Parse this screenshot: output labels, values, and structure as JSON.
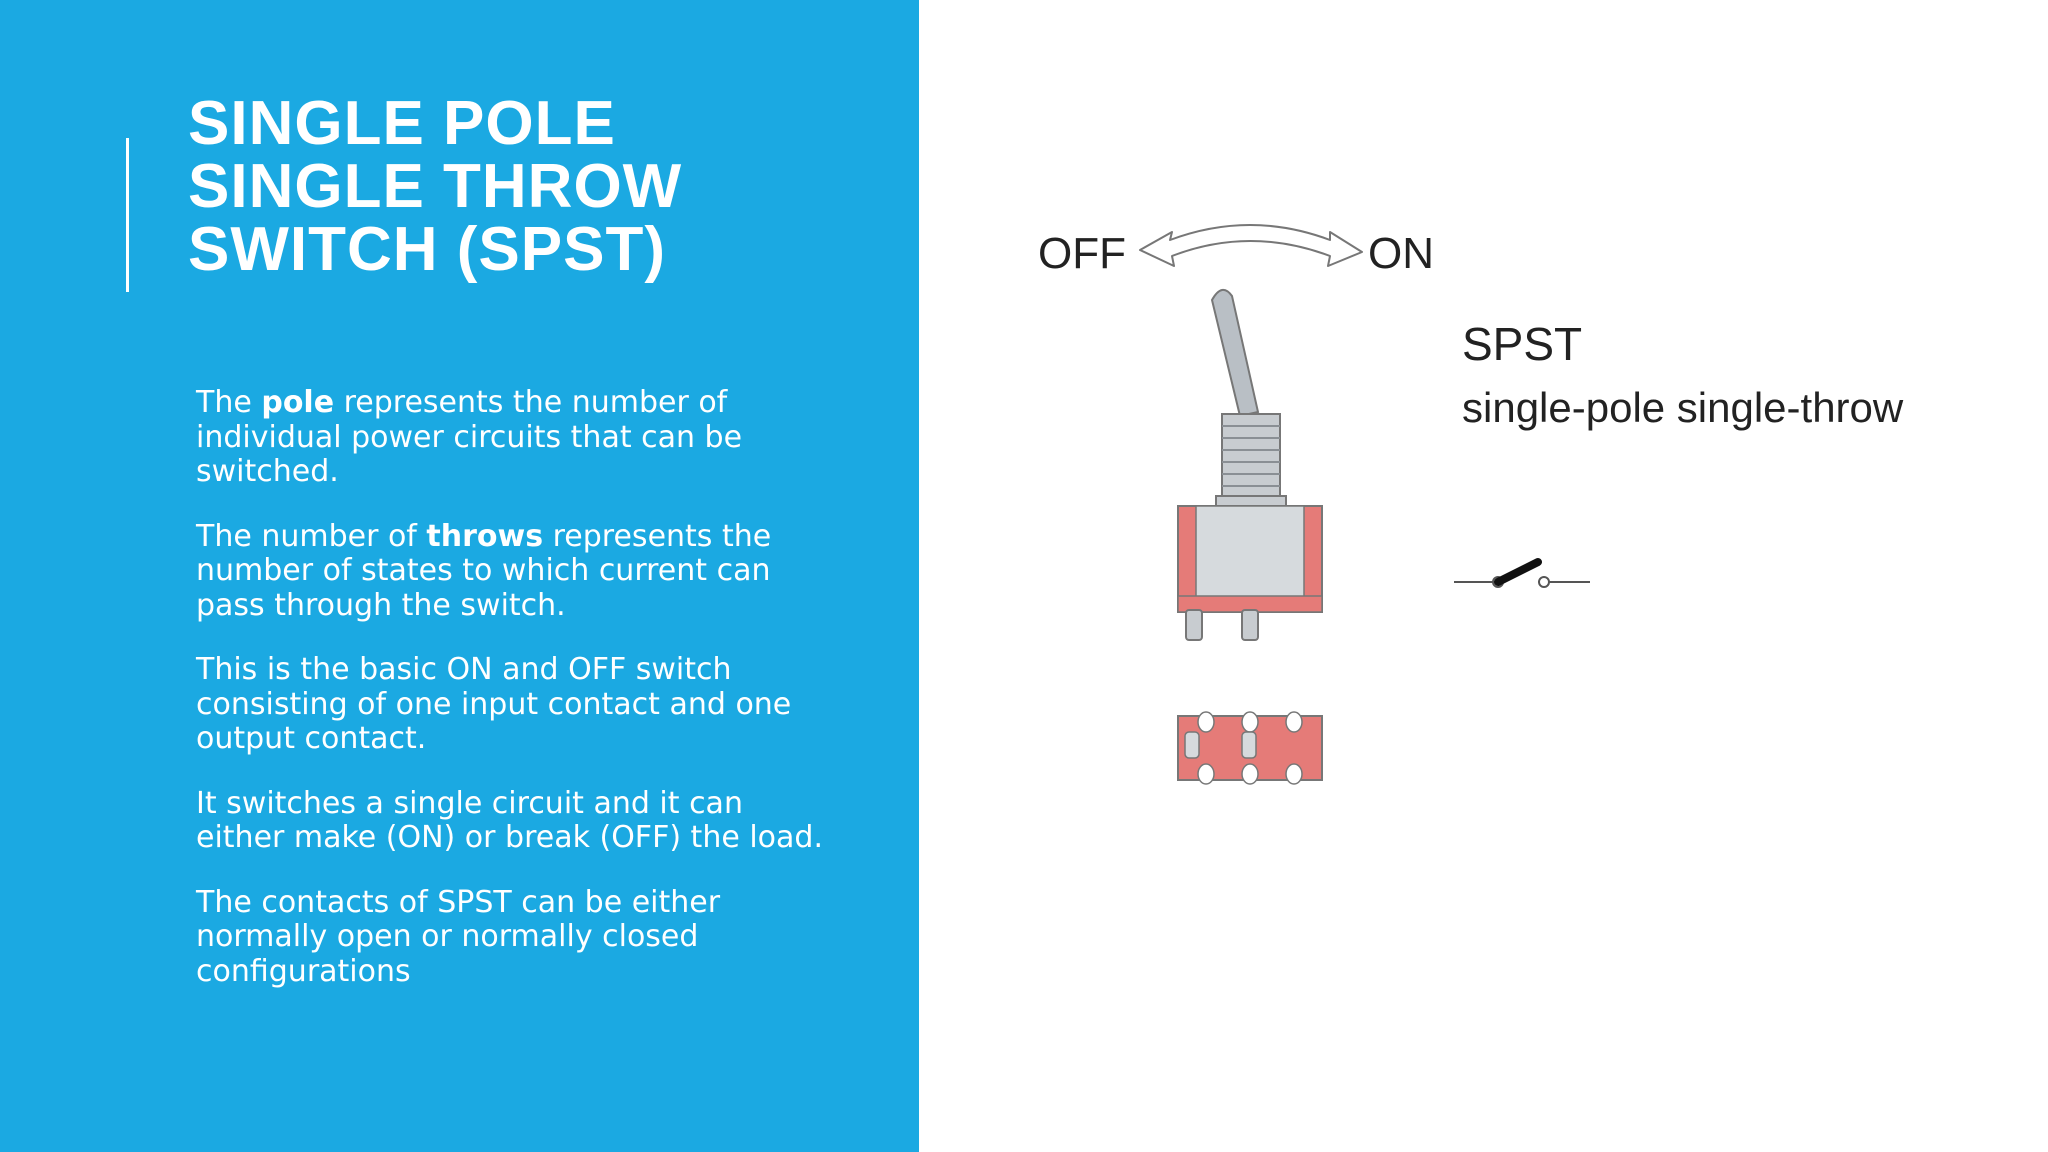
{
  "slide": {
    "title_lines": [
      "SINGLE POLE",
      "SINGLE THROW",
      "SWITCH (SPST)"
    ],
    "paragraphs": [
      {
        "pre": "The ",
        "bold": "pole",
        "post": " represents the number of individual power circuits that can be switched."
      },
      {
        "pre": "The number of ",
        "bold": "throws",
        "post": " represents the number of states to which current can pass through the switch."
      },
      {
        "pre": "This is the basic ON and OFF switch consisting of one input contact and one output contact.",
        "bold": "",
        "post": ""
      },
      {
        "pre": "It switches a single circuit and it can either make (ON) or break (OFF) the load.",
        "bold": "",
        "post": ""
      },
      {
        "pre": "The contacts of SPST can be either normally open or normally closed configurations",
        "bold": "",
        "post": ""
      }
    ]
  },
  "diagram": {
    "off_label": "OFF",
    "on_label": "ON",
    "type_label": "SPST",
    "type_description": "single-pole single-throw",
    "icons": [
      "toggle-switch-illustration",
      "spst-symbol-icon",
      "double-arrow-icon",
      "pin-layout-icon"
    ]
  },
  "colors": {
    "panel_blue": "#1ba9e2",
    "switch_body_red": "#e57b78",
    "switch_metal": "#c8ccd0"
  }
}
